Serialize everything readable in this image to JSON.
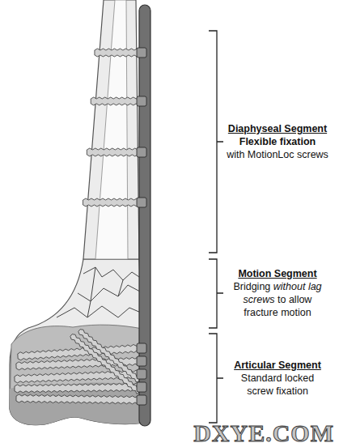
{
  "diagram": {
    "labels": [
      "Diaphyseal Segment",
      "Flexible fixation",
      "with MotionLoc screws",
      "Motion Segment",
      "Bridging",
      "without lag screws",
      "to allow fracture motion",
      "Articular Segment",
      "Standard locked screw fixation",
      "DXYE.COM"
    ]
  }
}
